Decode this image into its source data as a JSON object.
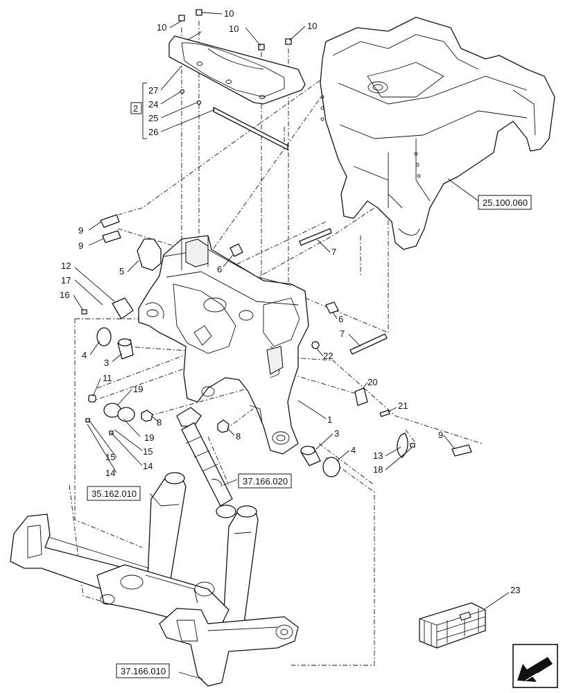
{
  "callouts": {
    "c10a": "10",
    "c10b": "10",
    "c10c": "10",
    "c10d": "10",
    "c27": "27",
    "c24": "24",
    "c25": "25",
    "c26": "26",
    "kit2": "2",
    "c9a": "9",
    "c9b": "9",
    "c9c": "9",
    "c5": "5",
    "c6a": "6",
    "c6b": "6",
    "c7a": "7",
    "c7b": "7",
    "c12": "12",
    "c17": "17",
    "c16": "16",
    "c4a": "4",
    "c4b": "4",
    "c3a": "3",
    "c3b": "3",
    "c11": "11",
    "c19a": "19",
    "c19b": "19",
    "c15a": "15",
    "c15b": "15",
    "c14a": "14",
    "c14b": "14",
    "c8a": "8",
    "c8b": "8",
    "c22": "22",
    "c20": "20",
    "c21": "21",
    "c1": "1",
    "c13": "13",
    "c18": "18",
    "c23": "23"
  },
  "references": {
    "frame": "25.100.060",
    "cylinder": "37.166.020",
    "lift": "35.162.010",
    "hitch": "37.166.010"
  },
  "icons": {
    "nav": "arrow-nav-icon"
  }
}
